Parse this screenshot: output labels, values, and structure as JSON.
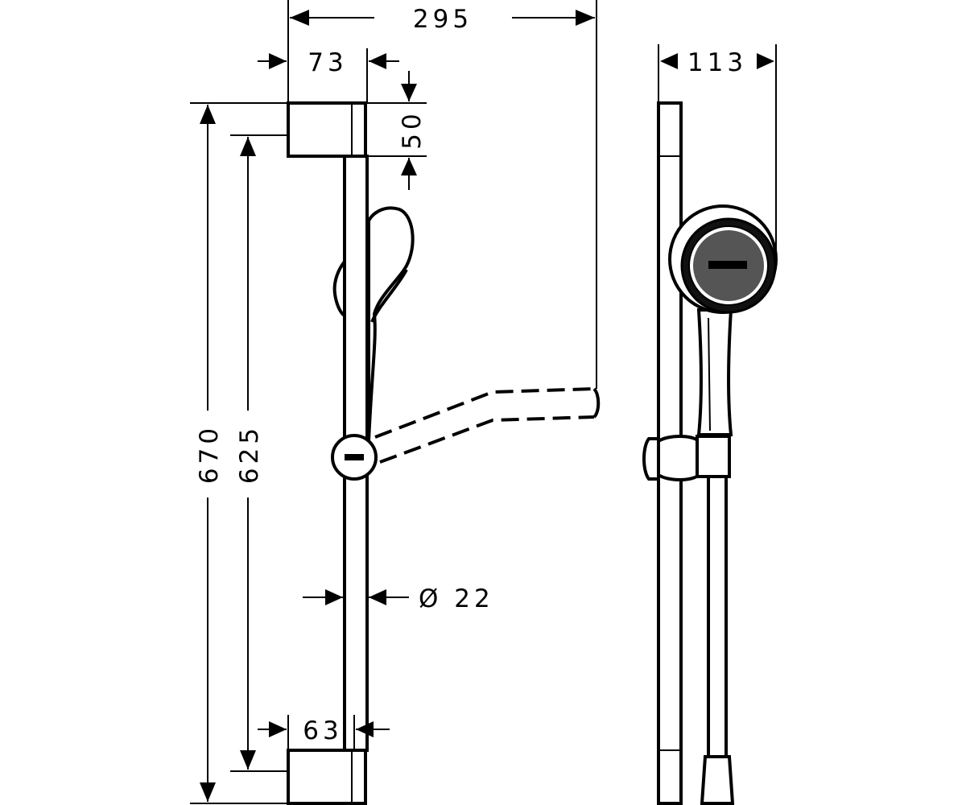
{
  "diagram": {
    "colors": {
      "ink": "#000000",
      "paper": "#ffffff"
    },
    "dimensions": {
      "overall_width": "295",
      "bracket_width": "73",
      "bracket_height": "50",
      "side_depth": "113",
      "overall_height": "670",
      "bar_length": "625",
      "bar_diameter": "Ø 22",
      "bottom_bracket_width": "63"
    }
  }
}
